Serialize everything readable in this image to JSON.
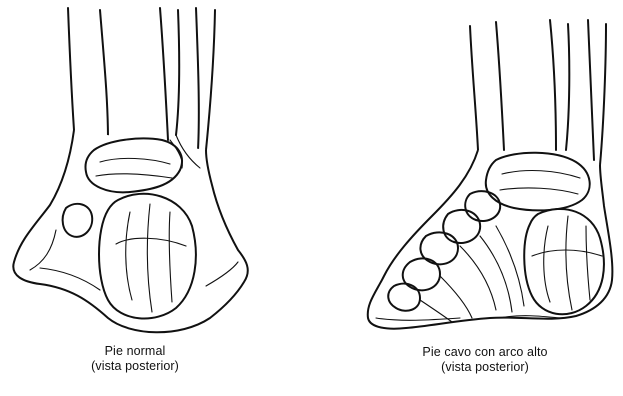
{
  "figures": [
    {
      "caption_line1": "Pie normal",
      "caption_line2": "(vista posterior)"
    },
    {
      "caption_line1": "Pie cavo con arco alto",
      "caption_line2": "(vista posterior)"
    }
  ],
  "colors": {
    "line": "#111111",
    "background": "#ffffff"
  }
}
